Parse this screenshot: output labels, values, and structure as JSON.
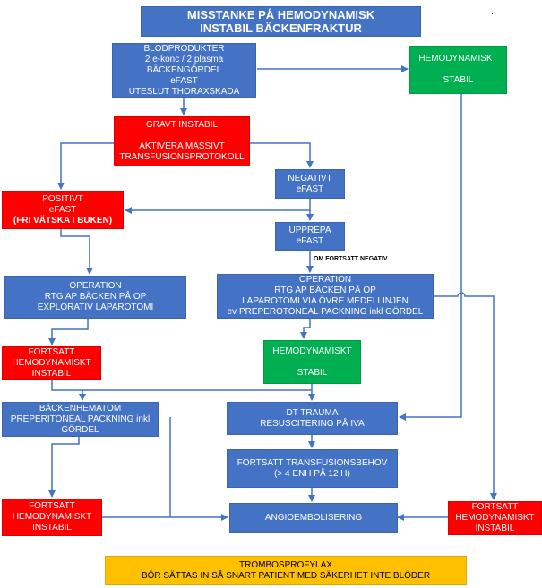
{
  "title": {
    "lines": [
      "MISSTANKE PÅ HEMODYNAMISK",
      "INSTABIL BÄCKENFRAKTUR"
    ]
  },
  "dot": ".",
  "boxes": {
    "blodprodukter": [
      "BLODPRODUKTER",
      "2 e-konc / 2 plasma",
      "BÄCKENGÖRDEL",
      "eFAST",
      "UTESLUT THORAXSKADA"
    ],
    "stabil_top": [
      "HEMODYNAMISKT",
      "",
      "STABIL"
    ],
    "gravt_instabil": [
      "GRAVT INSTABIL",
      "",
      "AKTIVERA MASSIVT",
      "TRANSFUSIONSPROTOKOLL"
    ],
    "negativt": [
      "NEGATIVT",
      "eFAST"
    ],
    "positivt": [
      "POSITIVT",
      "eFAST",
      "(FRI VÄTSKA I BUKEN)"
    ],
    "upprepa": [
      "UPPREPA",
      "eFAST"
    ],
    "operation_left": [
      "OPERATION",
      "RTG AP BÄCKEN PÅ OP",
      "EXPLORATIV LAPAROTOMI"
    ],
    "operation_right": [
      "OPERATION",
      "RTG AP BÄCKEN PÅ OP",
      "LAPAROTOMI VIA ÖVRE MEDELLINJEN",
      "ev PREPEROTONEAL PACKNING inkl GÖRDEL"
    ],
    "fortsatt_left": [
      "FORTSATT",
      "HEMODYNAMISKT",
      "INSTABIL"
    ],
    "stabil_mid": [
      "HEMODYNAMISKT",
      "",
      "STABIL"
    ],
    "backenhematom": [
      "BÄCKENHEMATOM",
      "PREPERITONEAL PACKNING inkl",
      "GÖRDEL"
    ],
    "dt_trauma": [
      "DT TRAUMA",
      "RESUSCITERING PÅ IVA"
    ],
    "transfusionsbehov": [
      "FORTSATT TRANSFUSIONSBEHOV",
      "(> 4 ENH PÅ 12 H)"
    ],
    "fortsatt_bottom_left": [
      "FORTSATT",
      "HEMODYNAMISKT",
      "INSTABIL"
    ],
    "angioembolisering": [
      "ANGIOEMBOLISERING"
    ],
    "fortsatt_bottom_right": [
      "FORTSATT",
      "HEMODYNAMISKT",
      "INSTABIL"
    ],
    "tromboprofylax": [
      "TROMBOSPROFYLAX",
      "BÖR SÄTTAS IN SÅ SNART PATIENT  MED SÄKERHET INTE BLÖDER"
    ]
  },
  "note_om_fortsatt": "OM FORTSATT NEGATIV",
  "colors": {
    "blue": "#4472c4",
    "red": "#ff0000",
    "green": "#00b050",
    "orange": "#ffc000",
    "connector": "#4472c4"
  }
}
